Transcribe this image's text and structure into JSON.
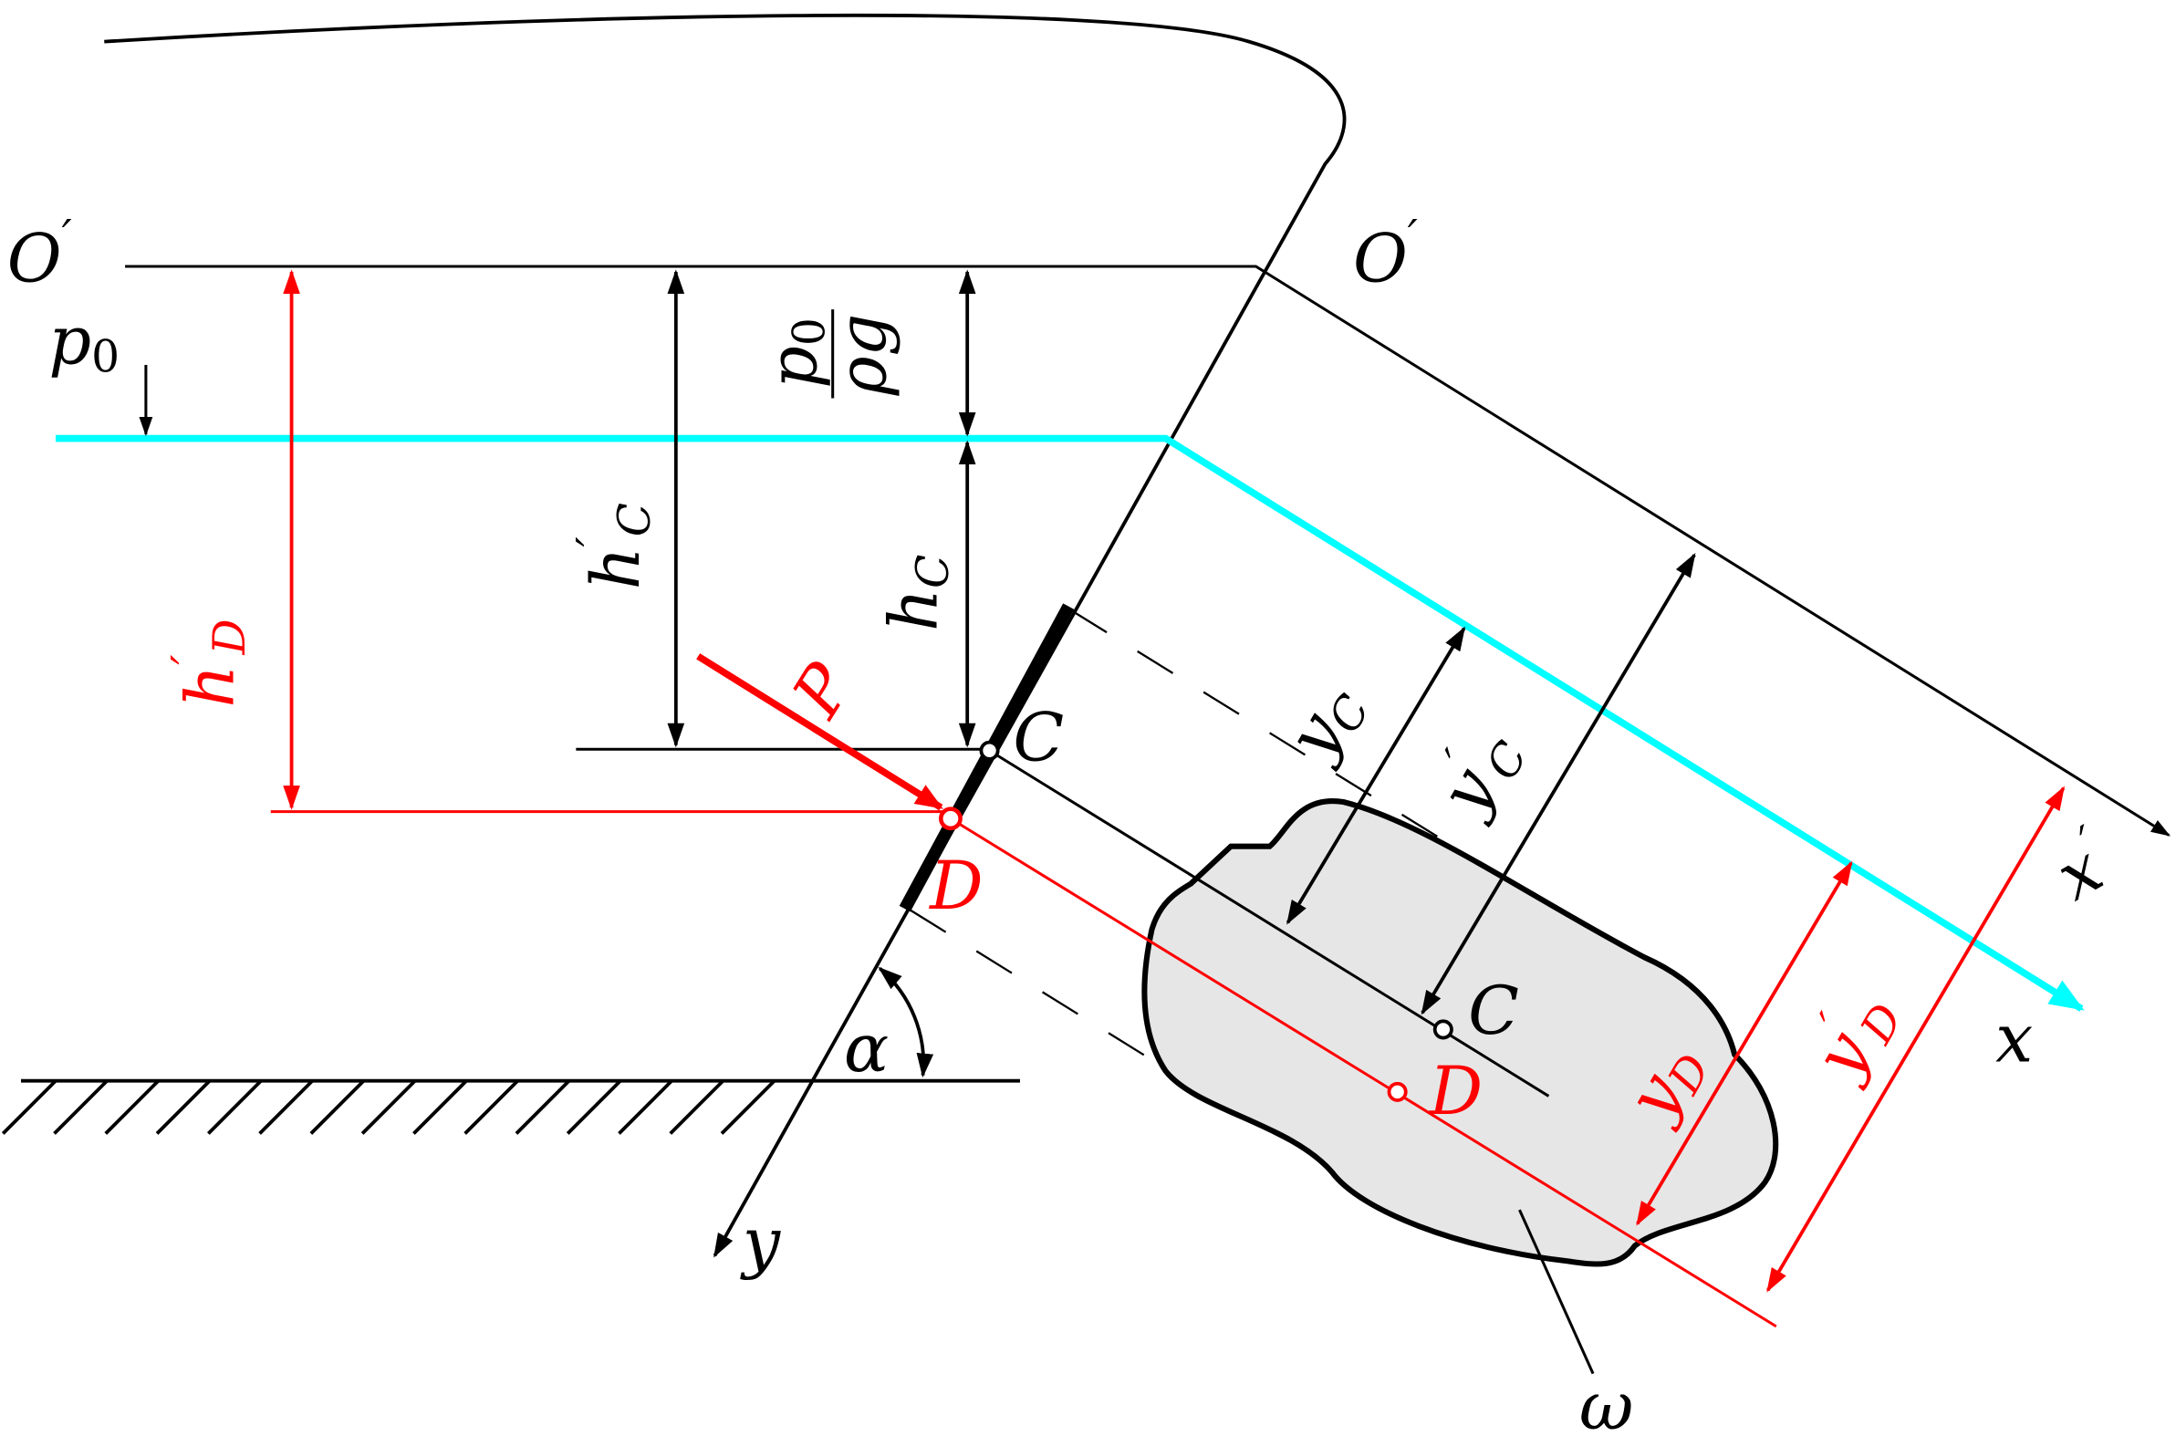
{
  "colors": {
    "black": "#000000",
    "red": "#ff0000",
    "cyan": "#00ffff",
    "area_fill": "#e6e6e6"
  },
  "labels": {
    "O_left": {
      "base": "O",
      "sup": "′"
    },
    "O_right": {
      "base": "O",
      "sup": "′"
    },
    "p0": {
      "base": "p",
      "sub": "0"
    },
    "p0_over_rho_g": {
      "num_base": "p",
      "num_sub": "0",
      "den": "ρg"
    },
    "h_C_prime": {
      "base": "h",
      "sup": "′",
      "sub": "C"
    },
    "h_C": {
      "base": "h",
      "sub": "C"
    },
    "h_D_prime": {
      "base": "h",
      "sup": "′",
      "sub": "D"
    },
    "P": "P",
    "C_wall": "C",
    "D_wall": "D",
    "y_C": {
      "base": "y",
      "sub": "C"
    },
    "y_C_prime": {
      "base": "y",
      "sup": "′",
      "sub": "C"
    },
    "C_area": "C",
    "D_area": "D",
    "y_D": {
      "base": "y",
      "sub": "D"
    },
    "y_D_prime": {
      "base": "y",
      "sup": "′",
      "sub": "D"
    },
    "x_prime": {
      "base": "x",
      "sup": "′"
    },
    "x": "x",
    "y": "y",
    "alpha": "α",
    "omega": "ω"
  }
}
